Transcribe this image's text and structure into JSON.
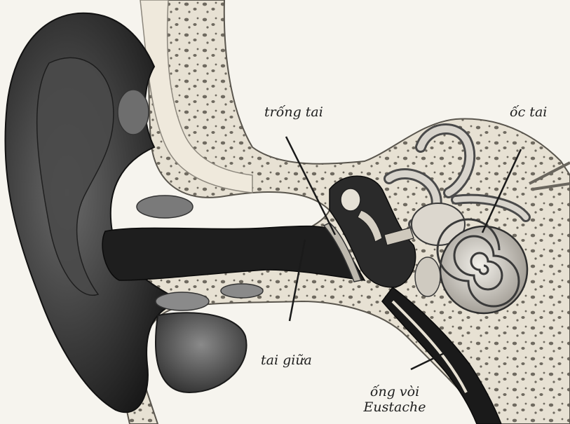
{
  "labels": {
    "eardrum": "trống tai",
    "cochlea": "ốc tai",
    "middle_ear": "tai giữa",
    "eustachian_line1": "ống vòi",
    "eustachian_line2": "Eustache"
  },
  "colors": {
    "background": "#f6f4ee",
    "bone": "#e7e1d3",
    "bone_pores": "#6f6a60",
    "pinna_dark": "#3a3a3a",
    "canal": "#1e1e1e",
    "inner_ear": "#d8d4cc",
    "leader_line": "#1a1a1a"
  }
}
